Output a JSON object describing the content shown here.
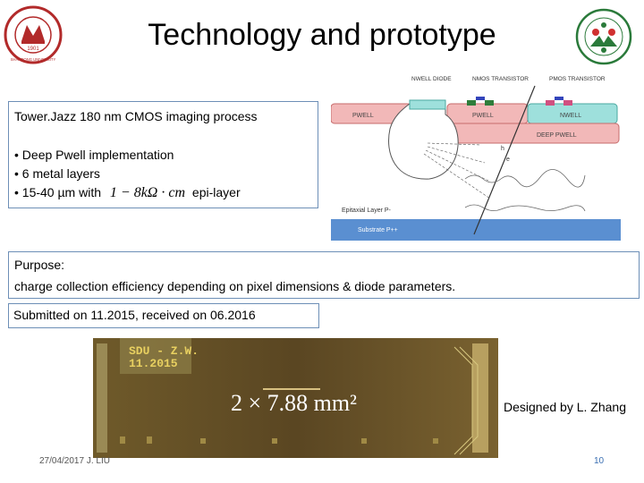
{
  "title": "Technology and prototype",
  "logo_left": {
    "text_top": "1901",
    "text_arc": "SHANDONG UNIVERSITY"
  },
  "process_box": {
    "heading": "Tower.Jazz 180 nm CMOS imaging process",
    "bullets": [
      "• Deep Pwell implementation",
      "• 6 metal layers",
      "• 15-40 µm  with",
      "epi-layer"
    ],
    "formula": "1 − 8kΩ · cm"
  },
  "cross_section": {
    "labels": {
      "nwell_diode": "NWELL DIODE",
      "nmos": "NMOS TRANSISTOR",
      "pmos": "PMOS TRANSISTOR",
      "pwell1": "PWELL",
      "pwell2": "PWELL",
      "nwell": "NWELL",
      "deep_pwell": "DEEP PWELL",
      "epi": "Epitaxial Layer P-",
      "substrate": "Substrate  P++",
      "h": "h",
      "e": "e"
    }
  },
  "purpose_box": {
    "label": "Purpose:",
    "text": "charge collection efficiency depending on pixel dimensions & diode parameters."
  },
  "submitted": "Submitted on 11.2015, received on 06.2016",
  "chip": {
    "marking_line1": "SDU - Z.W.",
    "marking_line2": "11.2015",
    "dimension": "2 × 7.88 mm²"
  },
  "designer": "Designed by L. Zhang",
  "footer": {
    "date": "27/04/2017 J. LIU",
    "page": "10"
  }
}
